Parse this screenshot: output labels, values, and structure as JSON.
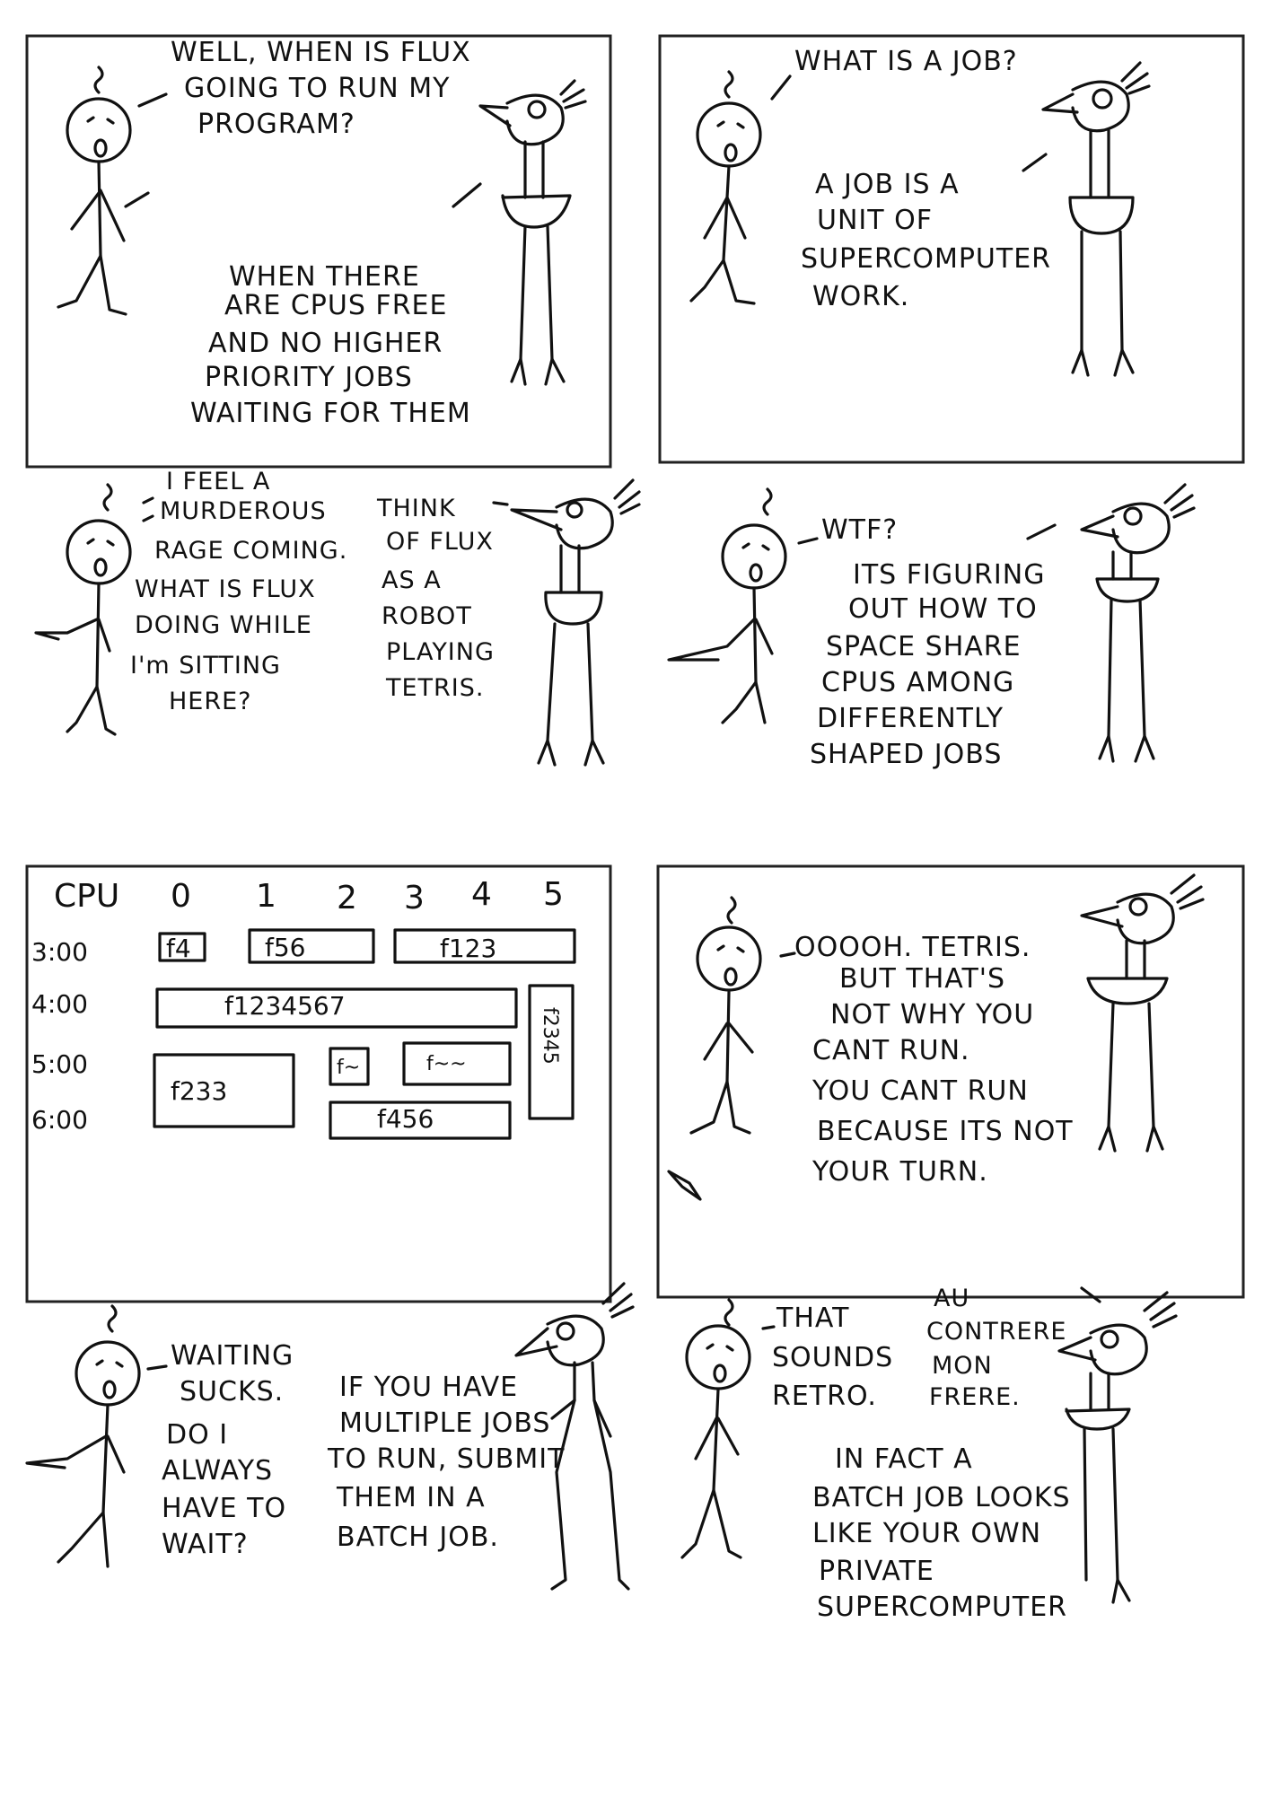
{
  "panels": {
    "p1": {
      "human": [
        "WELL, WHEN IS FLUX",
        "GOING TO RUN MY",
        "PROGRAM?"
      ],
      "bird": [
        "WHEN THERE",
        "ARE CPUS FREE",
        "AND NO HIGHER",
        "PRIORITY JOBS",
        "WAITING FOR THEM"
      ]
    },
    "p2": {
      "human": [
        "WHAT IS A JOB?"
      ],
      "bird": [
        "A JOB IS A",
        "UNIT OF",
        "SUPERCOMPUTER",
        "WORK."
      ]
    },
    "p3": {
      "human": [
        "I FEEL A",
        "MURDEROUS",
        "RAGE COMING.",
        "WHAT IS FLUX",
        "DOING WHILE",
        "I'm SITTING",
        "HERE?"
      ],
      "bird": [
        "THINK",
        "OF FLUX",
        "AS A",
        "ROBOT",
        "PLAYING",
        "TETRIS."
      ]
    },
    "p4": {
      "human": [
        "WTF?"
      ],
      "bird": [
        "ITS FIGURING",
        "OUT HOW TO",
        "SPACE SHARE",
        "CPUS AMONG",
        "DIFFERENTLY",
        "SHAPED JOBS"
      ]
    },
    "p5": {
      "header": [
        "CPU",
        "0",
        "1",
        "2",
        "3",
        "4",
        "5"
      ],
      "times": [
        "3:00",
        "4:00",
        "5:00",
        "6:00"
      ],
      "jobs": [
        "f4",
        "f56",
        "f123",
        "f1234567",
        "f233",
        "f~",
        "f~~",
        "f456",
        "f2345"
      ]
    },
    "p6": {
      "human": [
        "OOOOH. TETRIS."
      ],
      "bird": [
        "BUT THAT'S",
        "NOT WHY YOU",
        "CANT RUN.",
        "YOU CANT RUN",
        "BECAUSE ITS NOT",
        "YOUR TURN."
      ]
    },
    "p7": {
      "human": [
        "WAITING",
        "SUCKS.",
        "DO I",
        "ALWAYS",
        "HAVE TO",
        "WAIT?"
      ],
      "bird": [
        "IF YOU HAVE",
        "MULTIPLE JOBS",
        "TO RUN, SUBMIT",
        "THEM IN A",
        "BATCH JOB."
      ]
    },
    "p8": {
      "human": [
        "THAT",
        "SOUNDS",
        "RETRO."
      ],
      "bird": [
        "AU",
        "CONTRERE",
        "MON",
        "FRERE.",
        "IN FACT A",
        "BATCH JOB LOOKS",
        "LIKE YOUR OWN",
        "PRIVATE",
        "SUPERCOMPUTER"
      ]
    }
  }
}
